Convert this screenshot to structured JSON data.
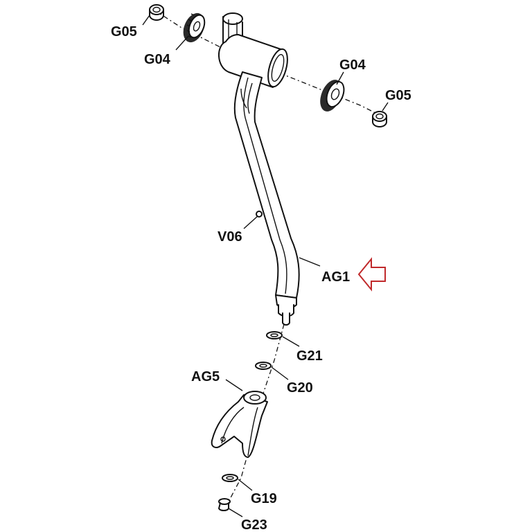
{
  "labels": {
    "g05_top": "G05",
    "g04_left": "G04",
    "g04_right": "G04",
    "g05_right": "G05",
    "v06": "V06",
    "ag1": "AG1",
    "g21": "G21",
    "g20": "G20",
    "ag5": "AG5",
    "g19": "G19",
    "g23": "G23"
  },
  "colors": {
    "line": "#111111",
    "highlight_arrow": "#c0292b",
    "background": "#ffffff"
  },
  "icons": {
    "highlight": "arrow-left-outline-icon"
  }
}
